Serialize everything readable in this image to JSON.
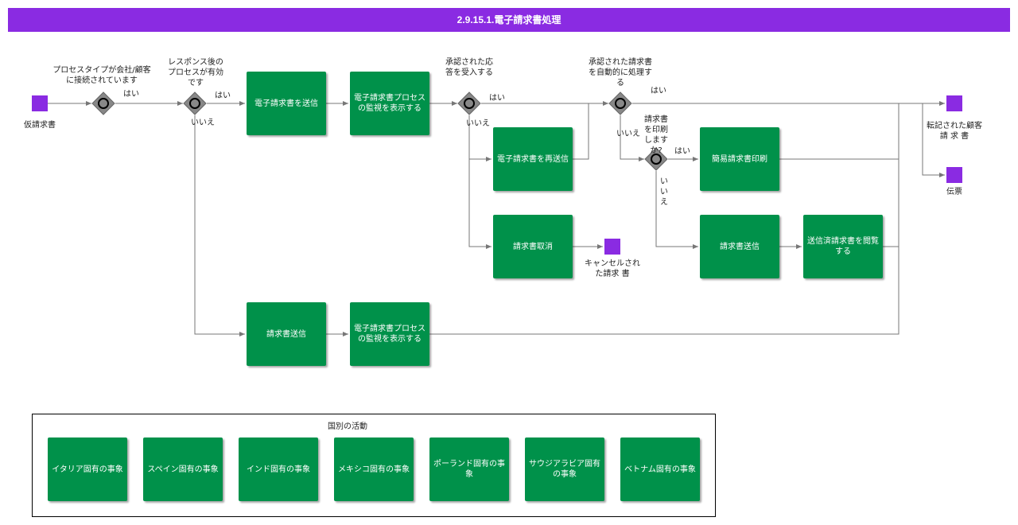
{
  "header": {
    "title": "2.9.15.1.電子請求書処理"
  },
  "events": {
    "start": "仮請求書",
    "end_posted": "転記された顧客請 求 書",
    "end_slip": "伝票",
    "end_cancel": "キャンセルされた請求 書"
  },
  "gateways": {
    "g1": "プロセスタイプが会社/顧客に接続されています",
    "g2": "レスポンス後のプロセスが有効です",
    "g3": "承認された応答を受入する",
    "g4": "承認された請求書を自動的に処理する",
    "g5": "請求書を印刷しますか?"
  },
  "edge_labels": {
    "yes": "はい",
    "no": "いいえ",
    "no_vertical": "い い え"
  },
  "tasks": {
    "send_einvoice": "電子請求書を送信",
    "monitor_1": "電子請求書プロセスの監視を表示する",
    "resend": "電子請求書を再送信",
    "cancel": "請求書取消",
    "simple_print": "簡易請求書印刷",
    "send_invoice_1": "請求書送信",
    "view_sent": "送信済請求書を閲覧する",
    "send_invoice_2": "請求書送信",
    "monitor_2": "電子請求書プロセスの監視を表示する"
  },
  "legend": {
    "title": "国別の活動",
    "items": [
      "イタリア固有の事象",
      "スペイン固有の事象",
      "インド固有の事象",
      "メキシコ固有の事象",
      "ポーランド固有の事象",
      "サウジアラビア固有の事象",
      "ベトナム固有の事象"
    ]
  },
  "colors": {
    "header": "#8a2be2",
    "task": "#00914a",
    "event": "#8a2be2",
    "gateway": "#888888",
    "edge": "#777777"
  }
}
